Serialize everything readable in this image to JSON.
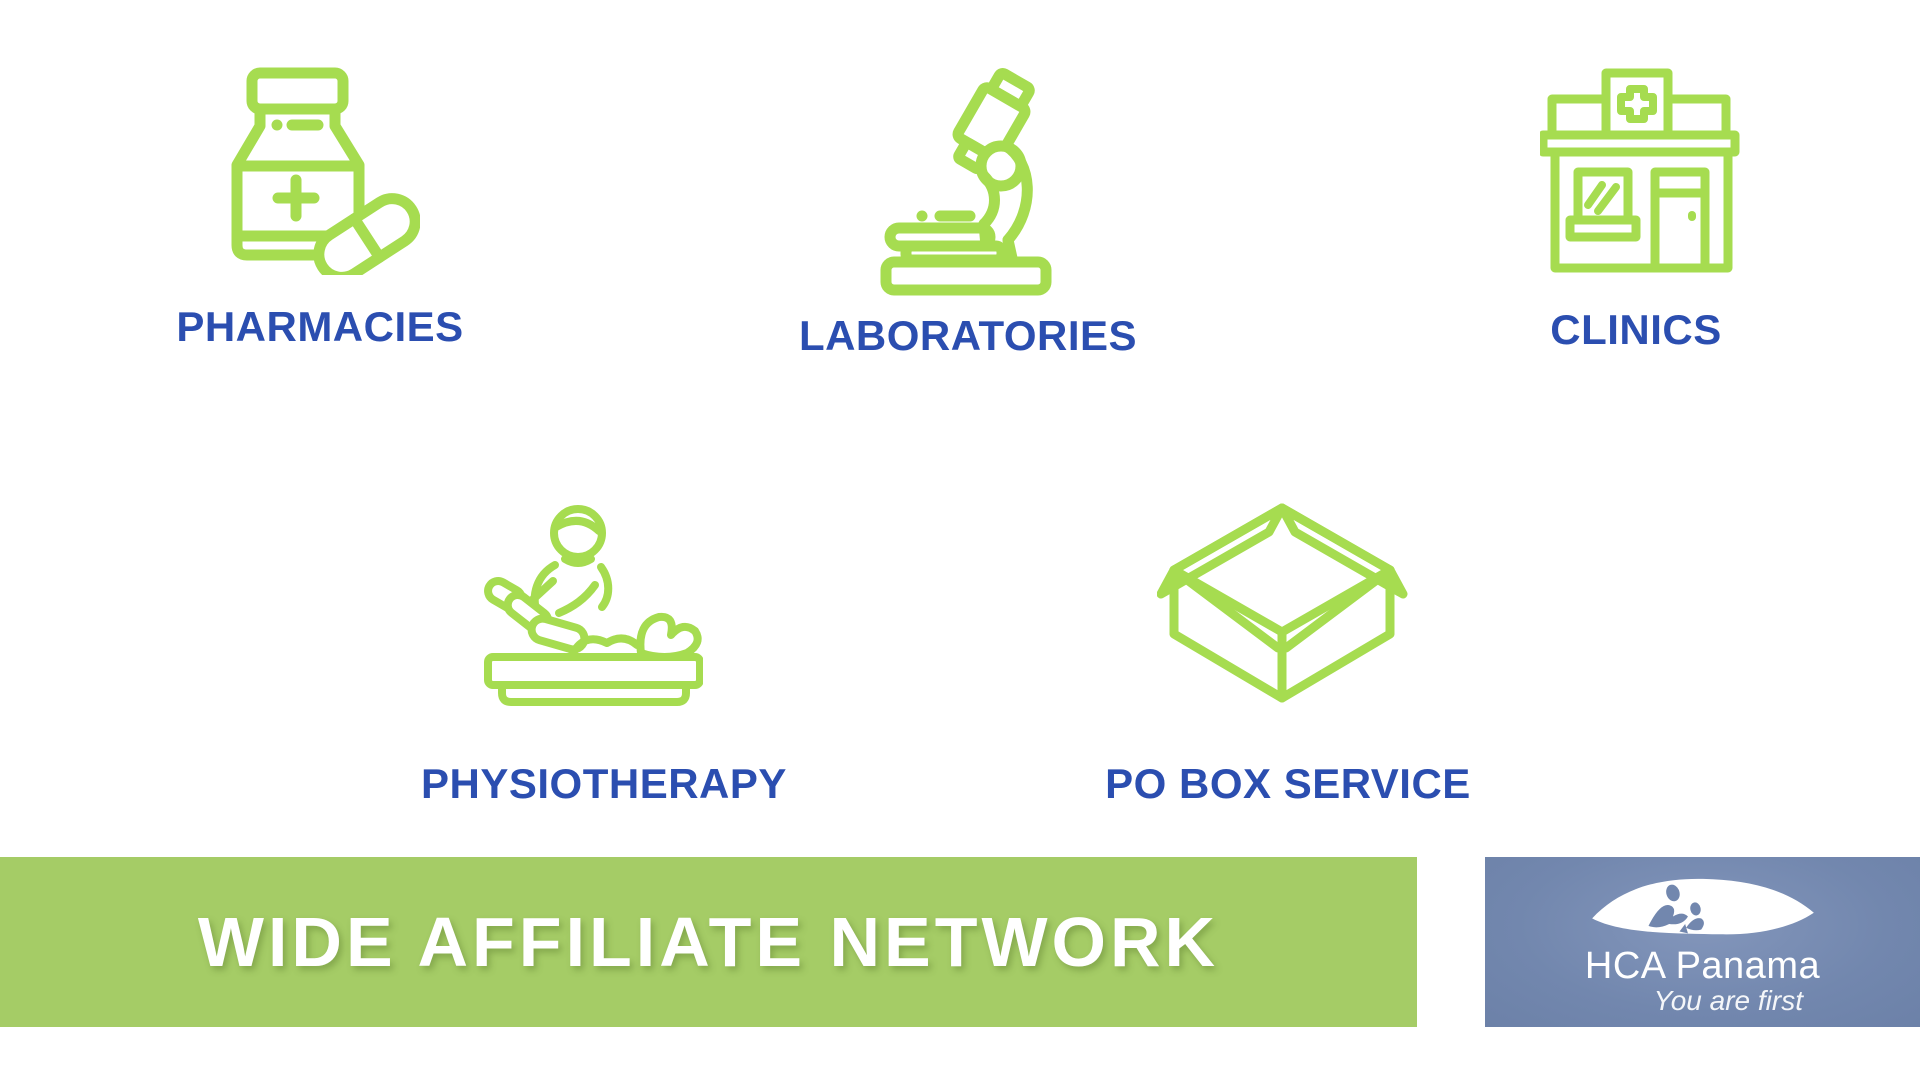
{
  "slide": {
    "background": "#ffffff"
  },
  "colors": {
    "icon_green": "#a6dc50",
    "banner_green": "#a5cc66",
    "label_blue": "#2b4eb0",
    "logo_panel_blue": "#7287ae",
    "text_white": "#ffffff"
  },
  "items": [
    {
      "label": "PHARMACIES",
      "icon": "pill-bottle-icon"
    },
    {
      "label": "LABORATORIES",
      "icon": "microscope-icon"
    },
    {
      "label": "CLINICS",
      "icon": "clinic-building-icon"
    },
    {
      "label": "PHYSIOTHERAPY",
      "icon": "physiotherapy-icon"
    },
    {
      "label": "PO BOX SERVICE",
      "icon": "open-box-icon"
    }
  ],
  "banner": {
    "title": "WIDE AFFILIATE NETWORK"
  },
  "logo": {
    "name": "HCA Panama",
    "tagline": "You are first",
    "icon": "leaf-family-icon"
  }
}
